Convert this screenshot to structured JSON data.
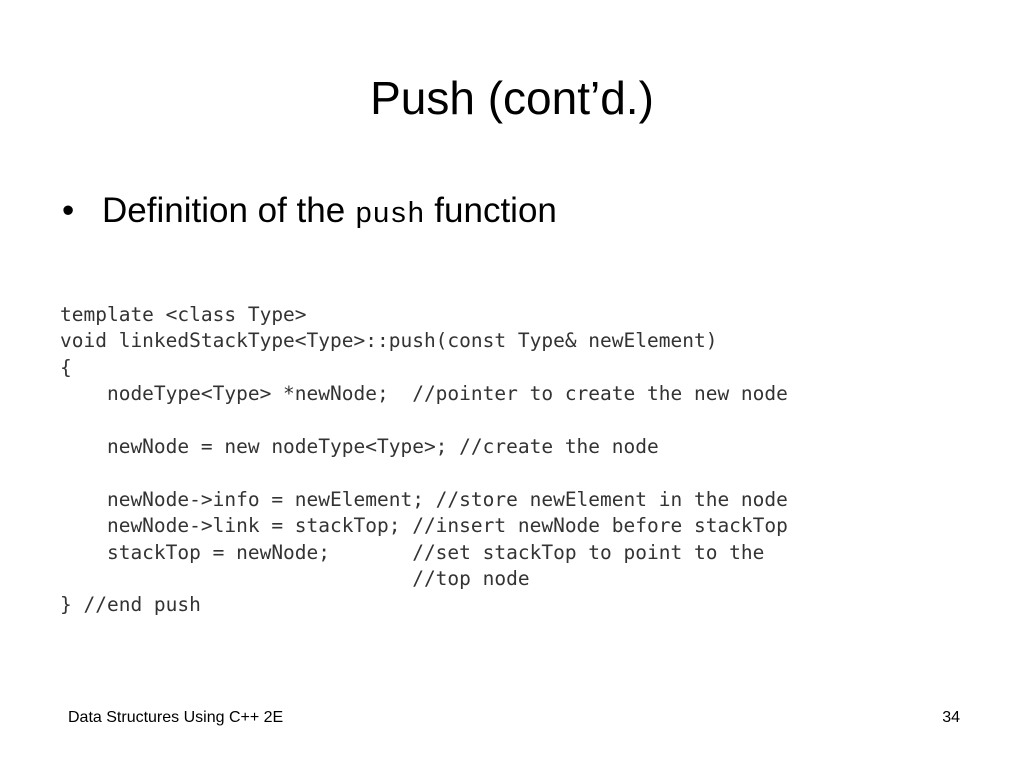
{
  "slide": {
    "title": "Push (cont’d.)",
    "bullet": {
      "marker": "•",
      "text_before": "Definition of the ",
      "code": "push",
      "text_after": " function"
    },
    "code_lines": [
      "template <class Type>",
      "void linkedStackType<Type>::push(const Type& newElement)",
      "{",
      "    nodeType<Type> *newNode;  //pointer to create the new node",
      "",
      "    newNode = new nodeType<Type>; //create the node",
      "",
      "    newNode->info = newElement; //store newElement in the node",
      "    newNode->link = stackTop; //insert newNode before stackTop",
      "    stackTop = newNode;       //set stackTop to point to the",
      "                              //top node",
      "} //end push"
    ]
  },
  "footer": {
    "course": "Data Structures Using C++ 2E",
    "page_number": "34"
  }
}
